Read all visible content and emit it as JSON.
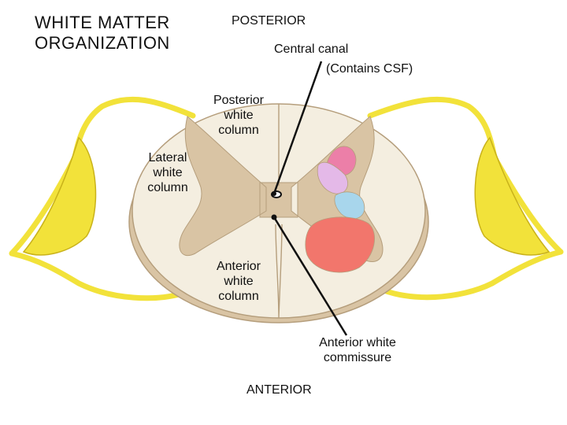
{
  "title_lines": [
    "WHITE MATTER",
    "ORGANIZATION"
  ],
  "labels": {
    "posterior": "POSTERIOR",
    "central_canal": "Central canal",
    "csf": "(Contains CSF)",
    "posterior_white_column": [
      "Posterior",
      "white",
      "column"
    ],
    "lateral_white_column": [
      "Lateral",
      "white",
      "column"
    ],
    "anterior_white_column": [
      "Anterior",
      "white",
      "column"
    ],
    "anterior_white_commissure": [
      "Anterior white",
      "commissure"
    ],
    "anterior": "ANTERIOR"
  },
  "colors": {
    "white_matter": "#f4eee0",
    "gray_matter": "#d9c4a4",
    "outline": "#b59e7c",
    "nerve": "#f2e23a",
    "nerve_outline": "#c9b21a",
    "region_pink": "#ec7fa8",
    "region_lavender": "#e4b9e8",
    "region_blue": "#a8d6ec",
    "region_red": "#f2766c",
    "pointer": "#111111"
  }
}
